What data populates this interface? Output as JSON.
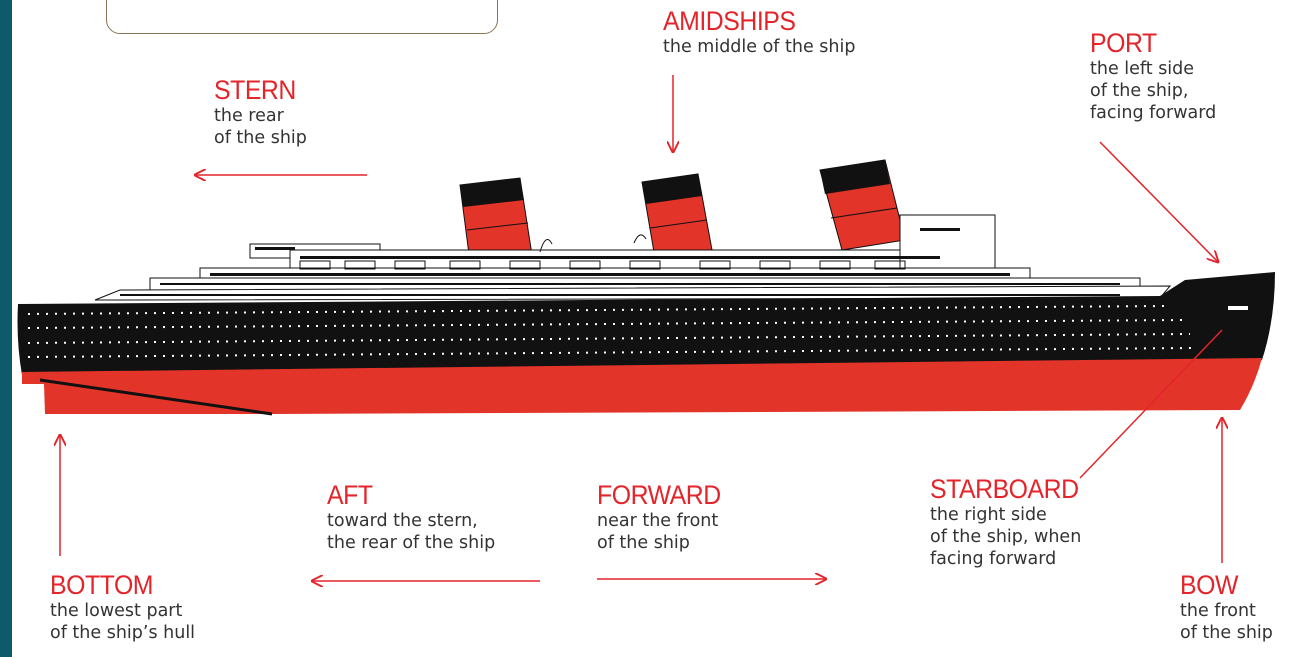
{
  "title": "SHIP DIRECTIONS",
  "colors": {
    "accent": "#e4242b",
    "hull_upper": "#111111",
    "hull_lower": "#e3342a",
    "title_border": "#8b7355",
    "left_strip": "#0e5a6a"
  },
  "labels": {
    "amidships": {
      "term": "AMIDSHIPS",
      "desc": "the middle of the ship"
    },
    "port": {
      "term": "PORT",
      "desc": "the left side\nof the ship,\nfacing forward"
    },
    "stern": {
      "term": "STERN",
      "desc": "the rear\nof the ship"
    },
    "aft": {
      "term": "AFT",
      "desc": "toward the stern,\nthe rear of the ship"
    },
    "forward": {
      "term": "FORWARD",
      "desc": "near the front\nof the ship"
    },
    "starboard": {
      "term": "STARBOARD",
      "desc": "the right side\nof the ship, when\nfacing forward"
    },
    "bottom": {
      "term": "BOTTOM",
      "desc": "the lowest part\nof the ship’s hull"
    },
    "bow": {
      "term": "BOW",
      "desc": "the front\nof the ship"
    }
  }
}
